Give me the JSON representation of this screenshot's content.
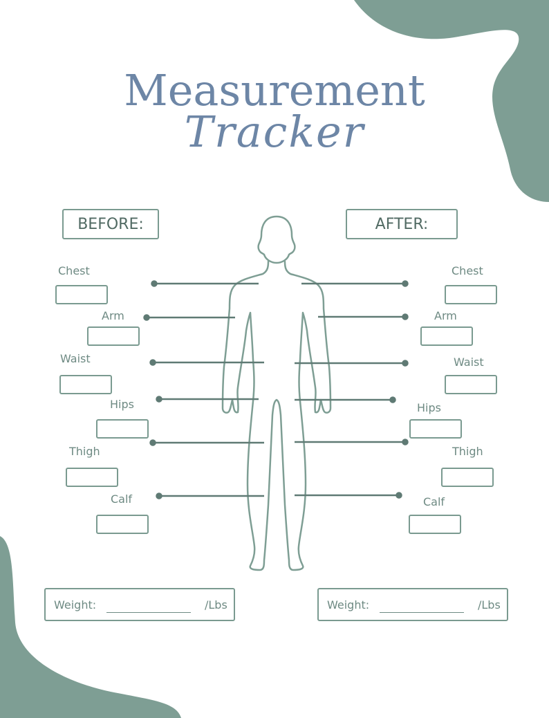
{
  "title": {
    "main": "Measurement",
    "sub": "Tracker"
  },
  "before": {
    "heading": "BEFORE:",
    "labels": {
      "chest": "Chest",
      "arm": "Arm",
      "waist": "Waist",
      "hips": "Hips",
      "thigh": "Thigh",
      "calf": "Calf"
    },
    "weight_label": "Weight:",
    "weight_unit": "/Lbs"
  },
  "after": {
    "heading": "AFTER:",
    "labels": {
      "chest": "Chest",
      "arm": "Arm",
      "waist": "Waist",
      "hips": "Hips",
      "thigh": "Thigh",
      "calf": "Calf"
    },
    "weight_label": "Weight:",
    "weight_unit": "/Lbs"
  },
  "colors": {
    "accent": "#7a9a90",
    "title": "#6d86a6",
    "text": "#6e8a83"
  },
  "icons": [
    "human-body-outline-icon"
  ]
}
